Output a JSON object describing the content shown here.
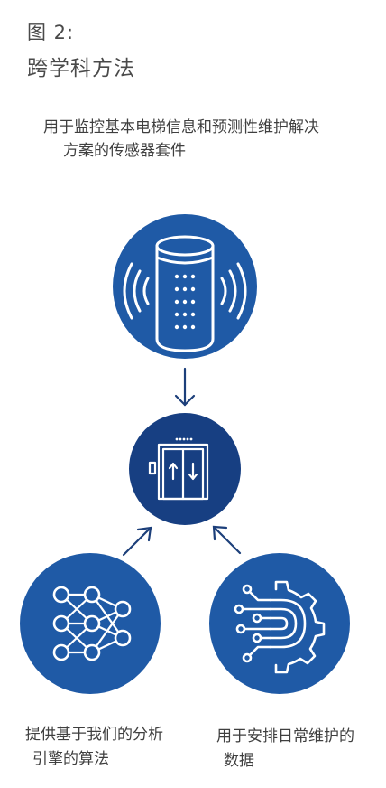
{
  "figure": {
    "label": "图 2:",
    "title": "跨学科方法"
  },
  "nodes": {
    "sensor": {
      "icon": "sensor-kit-icon",
      "desc_line1": "用于监控基本电梯信息和预测性维护解决",
      "desc_line2": "方案的传感器套件"
    },
    "elevator": {
      "icon": "elevator-icon"
    },
    "algorithm": {
      "icon": "neural-network-icon",
      "desc_line1": "提供基于我们的分析",
      "desc_line2": "引擎的算法"
    },
    "scheduling": {
      "icon": "gear-data-icon",
      "desc_line1": "用于安排日常维护的",
      "desc_line2": "数据"
    }
  },
  "colors": {
    "circle": "#1f5aa6",
    "circle_dark": "#173f82",
    "arrow": "#1c3f7a",
    "icon_stroke": "#ffffff",
    "text": "#3f3f3f"
  }
}
